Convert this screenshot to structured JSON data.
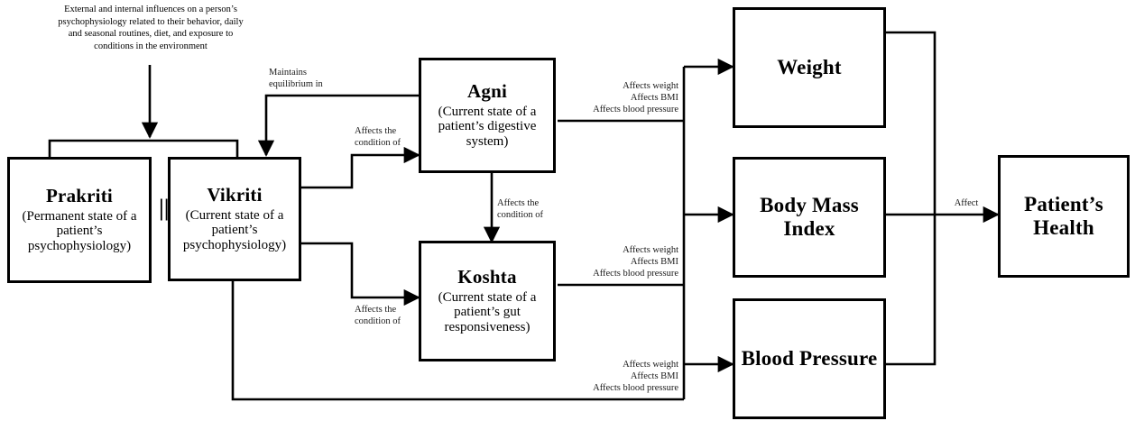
{
  "diagram": {
    "title_caption": "External and internal influences on a person’s psychophysiology related to their behavior, daily and seasonal routines, diet, and exposure to conditions in the environment",
    "equality_symbol": "||",
    "nodes": {
      "prakriti": {
        "title": "Prakriti",
        "subtitle": "(Permanent state of a patient’s psychophysiology)"
      },
      "vikriti": {
        "title": "Vikriti",
        "subtitle": "(Current state of a patient’s psychophysiology)"
      },
      "agni": {
        "title": "Agni",
        "subtitle": "(Current state of a patient’s digestive system)"
      },
      "koshta": {
        "title": "Koshta",
        "subtitle": "(Current state of a patient’s gut responsiveness)"
      },
      "weight": {
        "title": "Weight",
        "subtitle": ""
      },
      "bmi": {
        "title": "Body Mass Index",
        "subtitle": ""
      },
      "blood_pressure": {
        "title": "Blood Pressure",
        "subtitle": ""
      },
      "patient_health": {
        "title": "Patient’s Health",
        "subtitle": ""
      }
    },
    "edge_labels": {
      "maintains_equilibrium": "Maintains\nequilibrium in",
      "vikriti_to_agni": "Affects the\ncondition of",
      "agni_to_koshta": "Affects the\ncondition of",
      "vikriti_to_koshta": "Affects the\ncondition of",
      "agni_effects": "Affects weight\nAffects BMI\nAffects blood pressure",
      "koshta_effects": "Affects weight\nAffects BMI\nAffects blood pressure",
      "vikriti_effects": "Affects weight\nAffects BMI\nAffects blood pressure",
      "outcomes_to_health": "Affect"
    },
    "colors": {
      "stroke": "#000000",
      "background": "#ffffff",
      "text": "#000000"
    }
  }
}
